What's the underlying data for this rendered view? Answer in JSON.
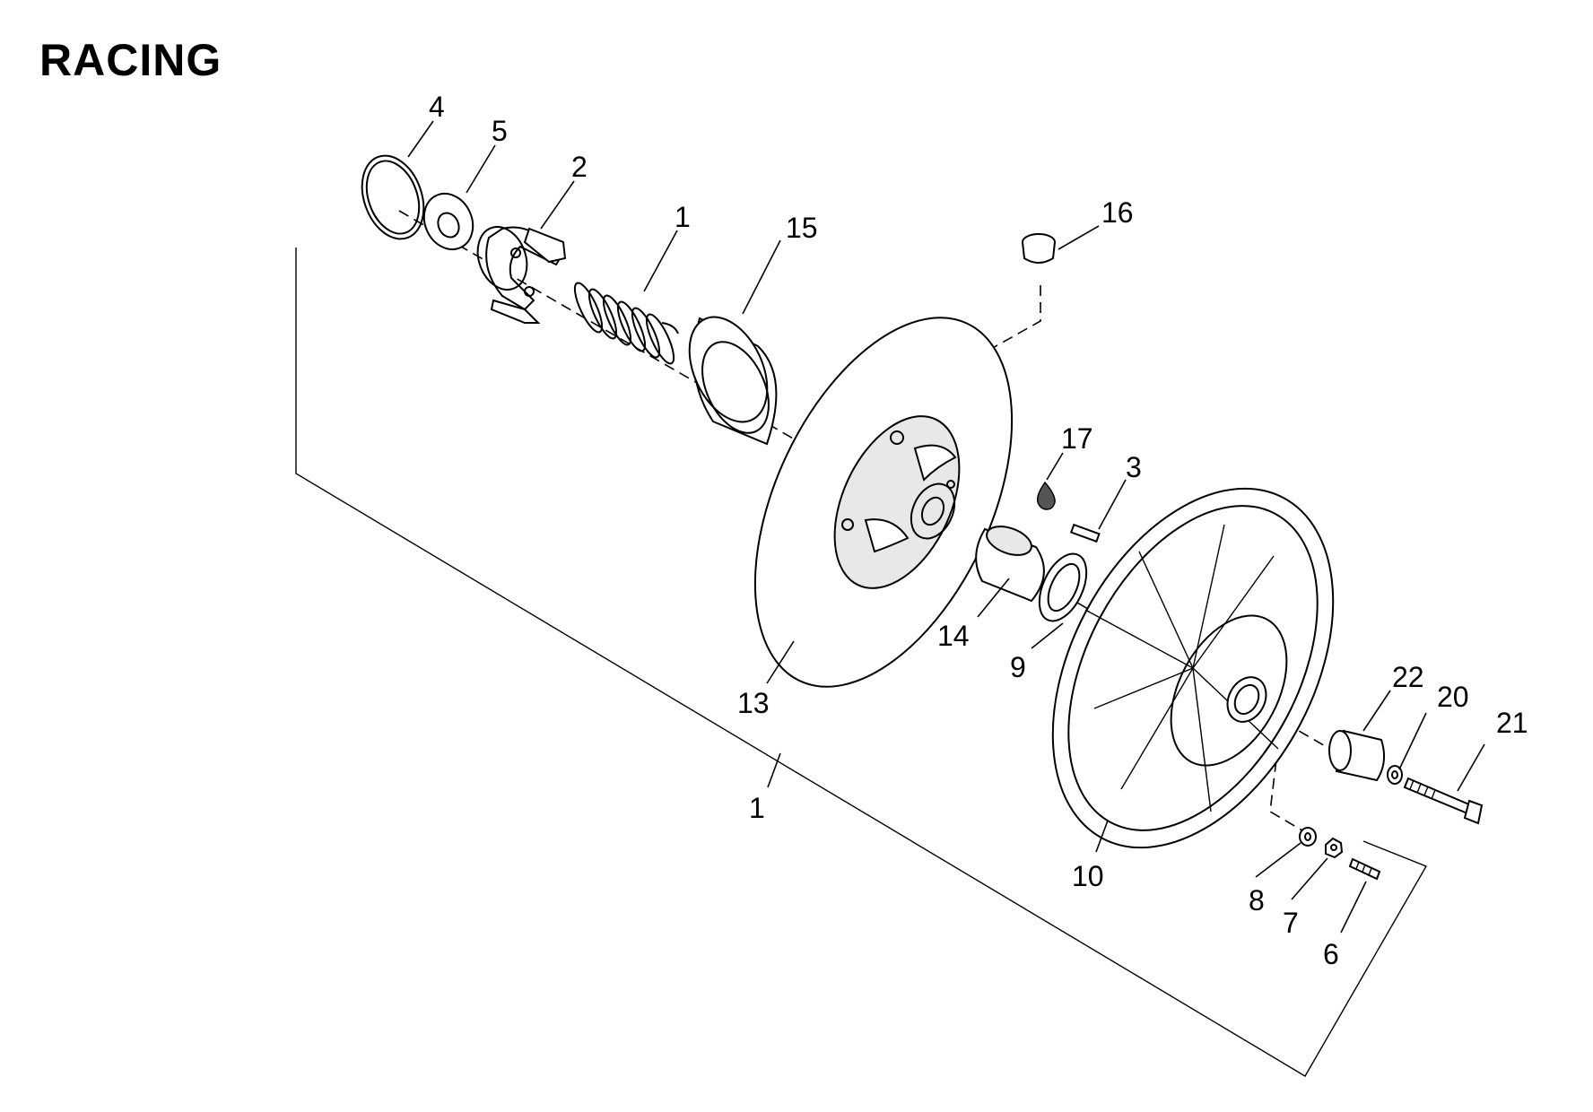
{
  "title": "RACING",
  "callouts": [
    {
      "id": "4",
      "label": "4"
    },
    {
      "id": "5",
      "label": "5"
    },
    {
      "id": "2",
      "label": "2"
    },
    {
      "id": "1a",
      "label": "1"
    },
    {
      "id": "15",
      "label": "15"
    },
    {
      "id": "16",
      "label": "16"
    },
    {
      "id": "17",
      "label": "17"
    },
    {
      "id": "3",
      "label": "3"
    },
    {
      "id": "14",
      "label": "14"
    },
    {
      "id": "9",
      "label": "9"
    },
    {
      "id": "13",
      "label": "13"
    },
    {
      "id": "1b",
      "label": "1"
    },
    {
      "id": "22",
      "label": "22"
    },
    {
      "id": "20",
      "label": "20"
    },
    {
      "id": "21",
      "label": "21"
    },
    {
      "id": "10",
      "label": "10"
    },
    {
      "id": "8",
      "label": "8"
    },
    {
      "id": "7",
      "label": "7"
    },
    {
      "id": "6",
      "label": "6"
    }
  ]
}
